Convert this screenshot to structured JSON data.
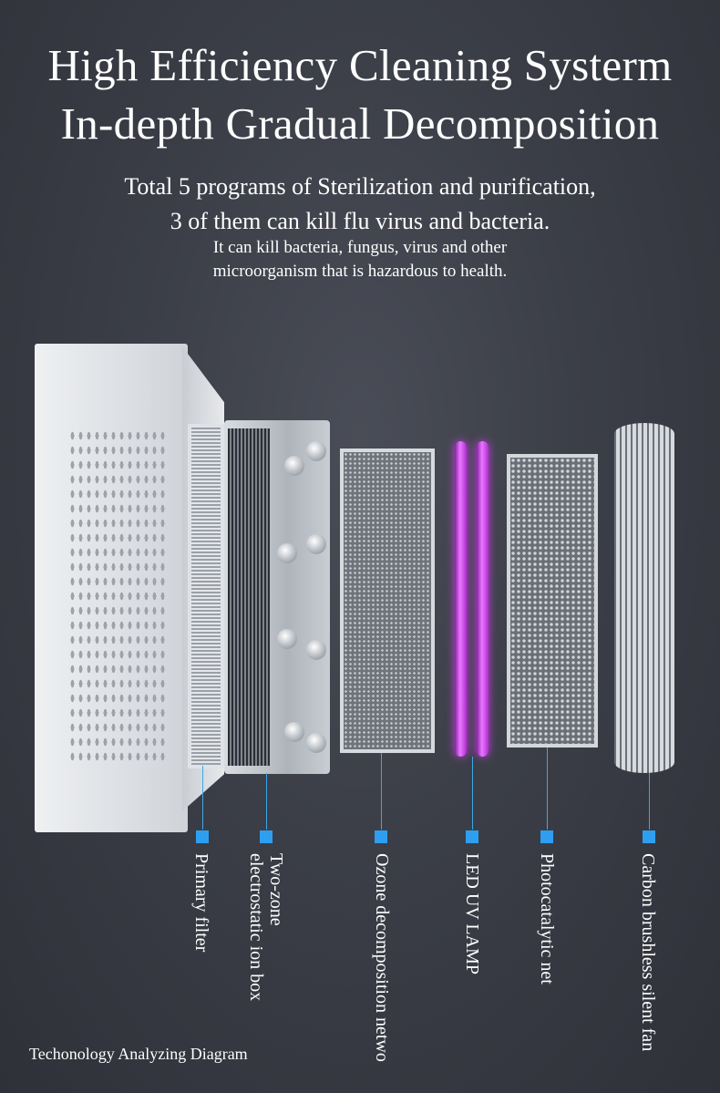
{
  "heading": {
    "line1": "High Efficiency Cleaning Systerm",
    "line2": "In-depth Gradual Decomposition"
  },
  "subheading": {
    "line1": "Total 5 programs of  Sterilization and purification,",
    "line2": "3 of them can kill flu virus and bacteria.",
    "line3": "It can kill bacteria, fungus, virus and other",
    "line4": "microorganism that is hazardous to health."
  },
  "labels": {
    "primary_filter": "Primary filter",
    "ion_box_line1": "Two-zone",
    "ion_box_line2": "electrostatic ion box",
    "ozone": "Ozone decomposition netwo",
    "uv": "LED UV LAMP",
    "photo": "Photocatalytic net",
    "fan": "Carbon brushless silent fan"
  },
  "footer": "Techonology Analyzing Diagram",
  "colors": {
    "accent": "#2e9ff0",
    "uv_lamp": "#d24cf0",
    "background": "#3b3e47"
  }
}
